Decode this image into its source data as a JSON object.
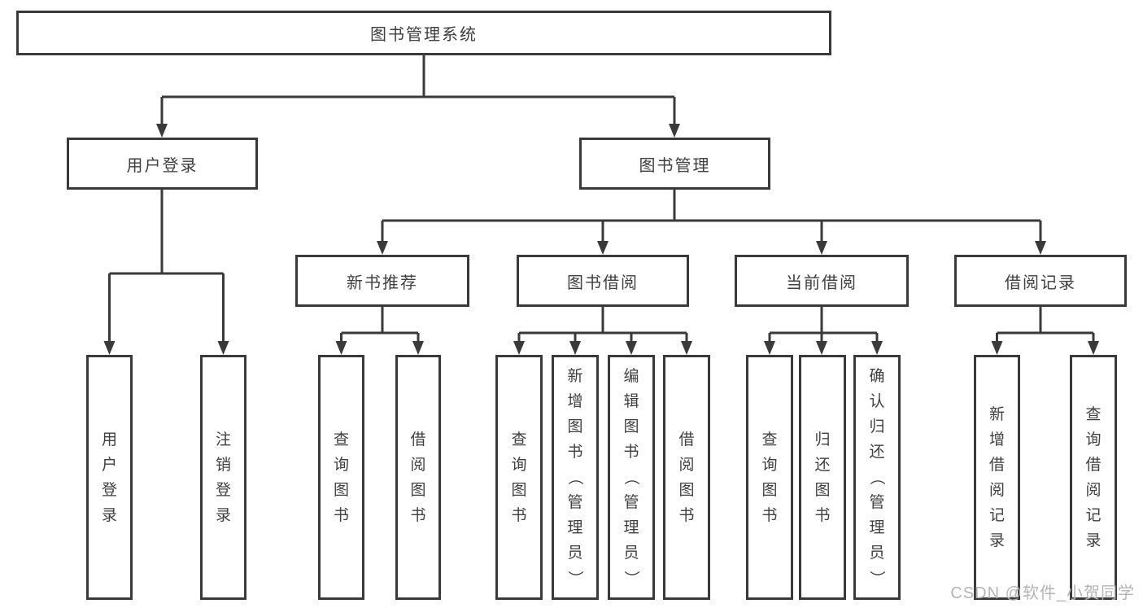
{
  "tree": {
    "root": {
      "label": "图书管理系统"
    },
    "level2": [
      {
        "label": "用户登录"
      },
      {
        "label": "图书管理"
      }
    ],
    "level3": [
      {
        "label": "新书推荐"
      },
      {
        "label": "图书借阅"
      },
      {
        "label": "当前借阅"
      },
      {
        "label": "借阅记录"
      }
    ],
    "leaves": [
      {
        "label": "用户登录"
      },
      {
        "label": "注销登录"
      },
      {
        "label": "查询图书"
      },
      {
        "label": "借阅图书"
      },
      {
        "label": "查询图书"
      },
      {
        "label": "新增图书（管理员）"
      },
      {
        "label": "编辑图书（管理员）"
      },
      {
        "label": "借阅图书"
      },
      {
        "label": "查询图书"
      },
      {
        "label": "归还图书"
      },
      {
        "label": "确认归还（管理员）"
      },
      {
        "label": "新增借阅记录"
      },
      {
        "label": "查询借阅记录"
      }
    ]
  },
  "watermark": "CSDN @软件_小贺同学",
  "colors": {
    "line": "#3a3a3a",
    "text": "#3f3f3f",
    "watermark": "#b5b5b5",
    "background": "#ffffff"
  }
}
